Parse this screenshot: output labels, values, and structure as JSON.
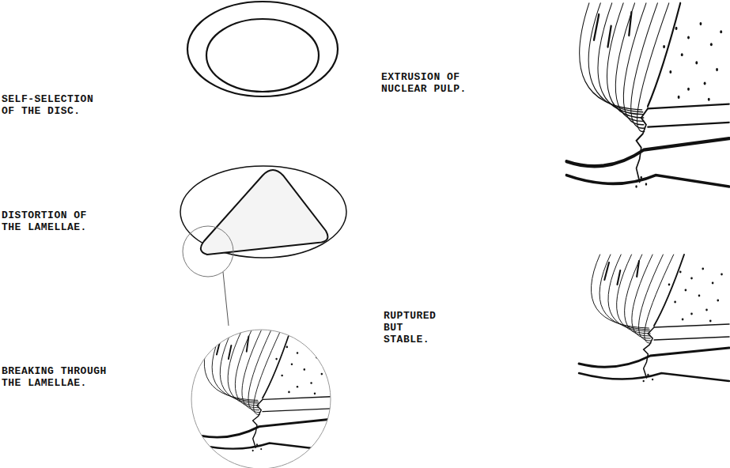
{
  "diagram": {
    "labels": [
      "SELF-SELECTION OF THE DISC.",
      "DISTORTION OF THE LAMELLAE.",
      "BREAKING THROUGH THE LAMELLAE.",
      "EXTRUSION OF NUCLEAR PULP.",
      "RUPTURED BUT STABLE."
    ]
  }
}
